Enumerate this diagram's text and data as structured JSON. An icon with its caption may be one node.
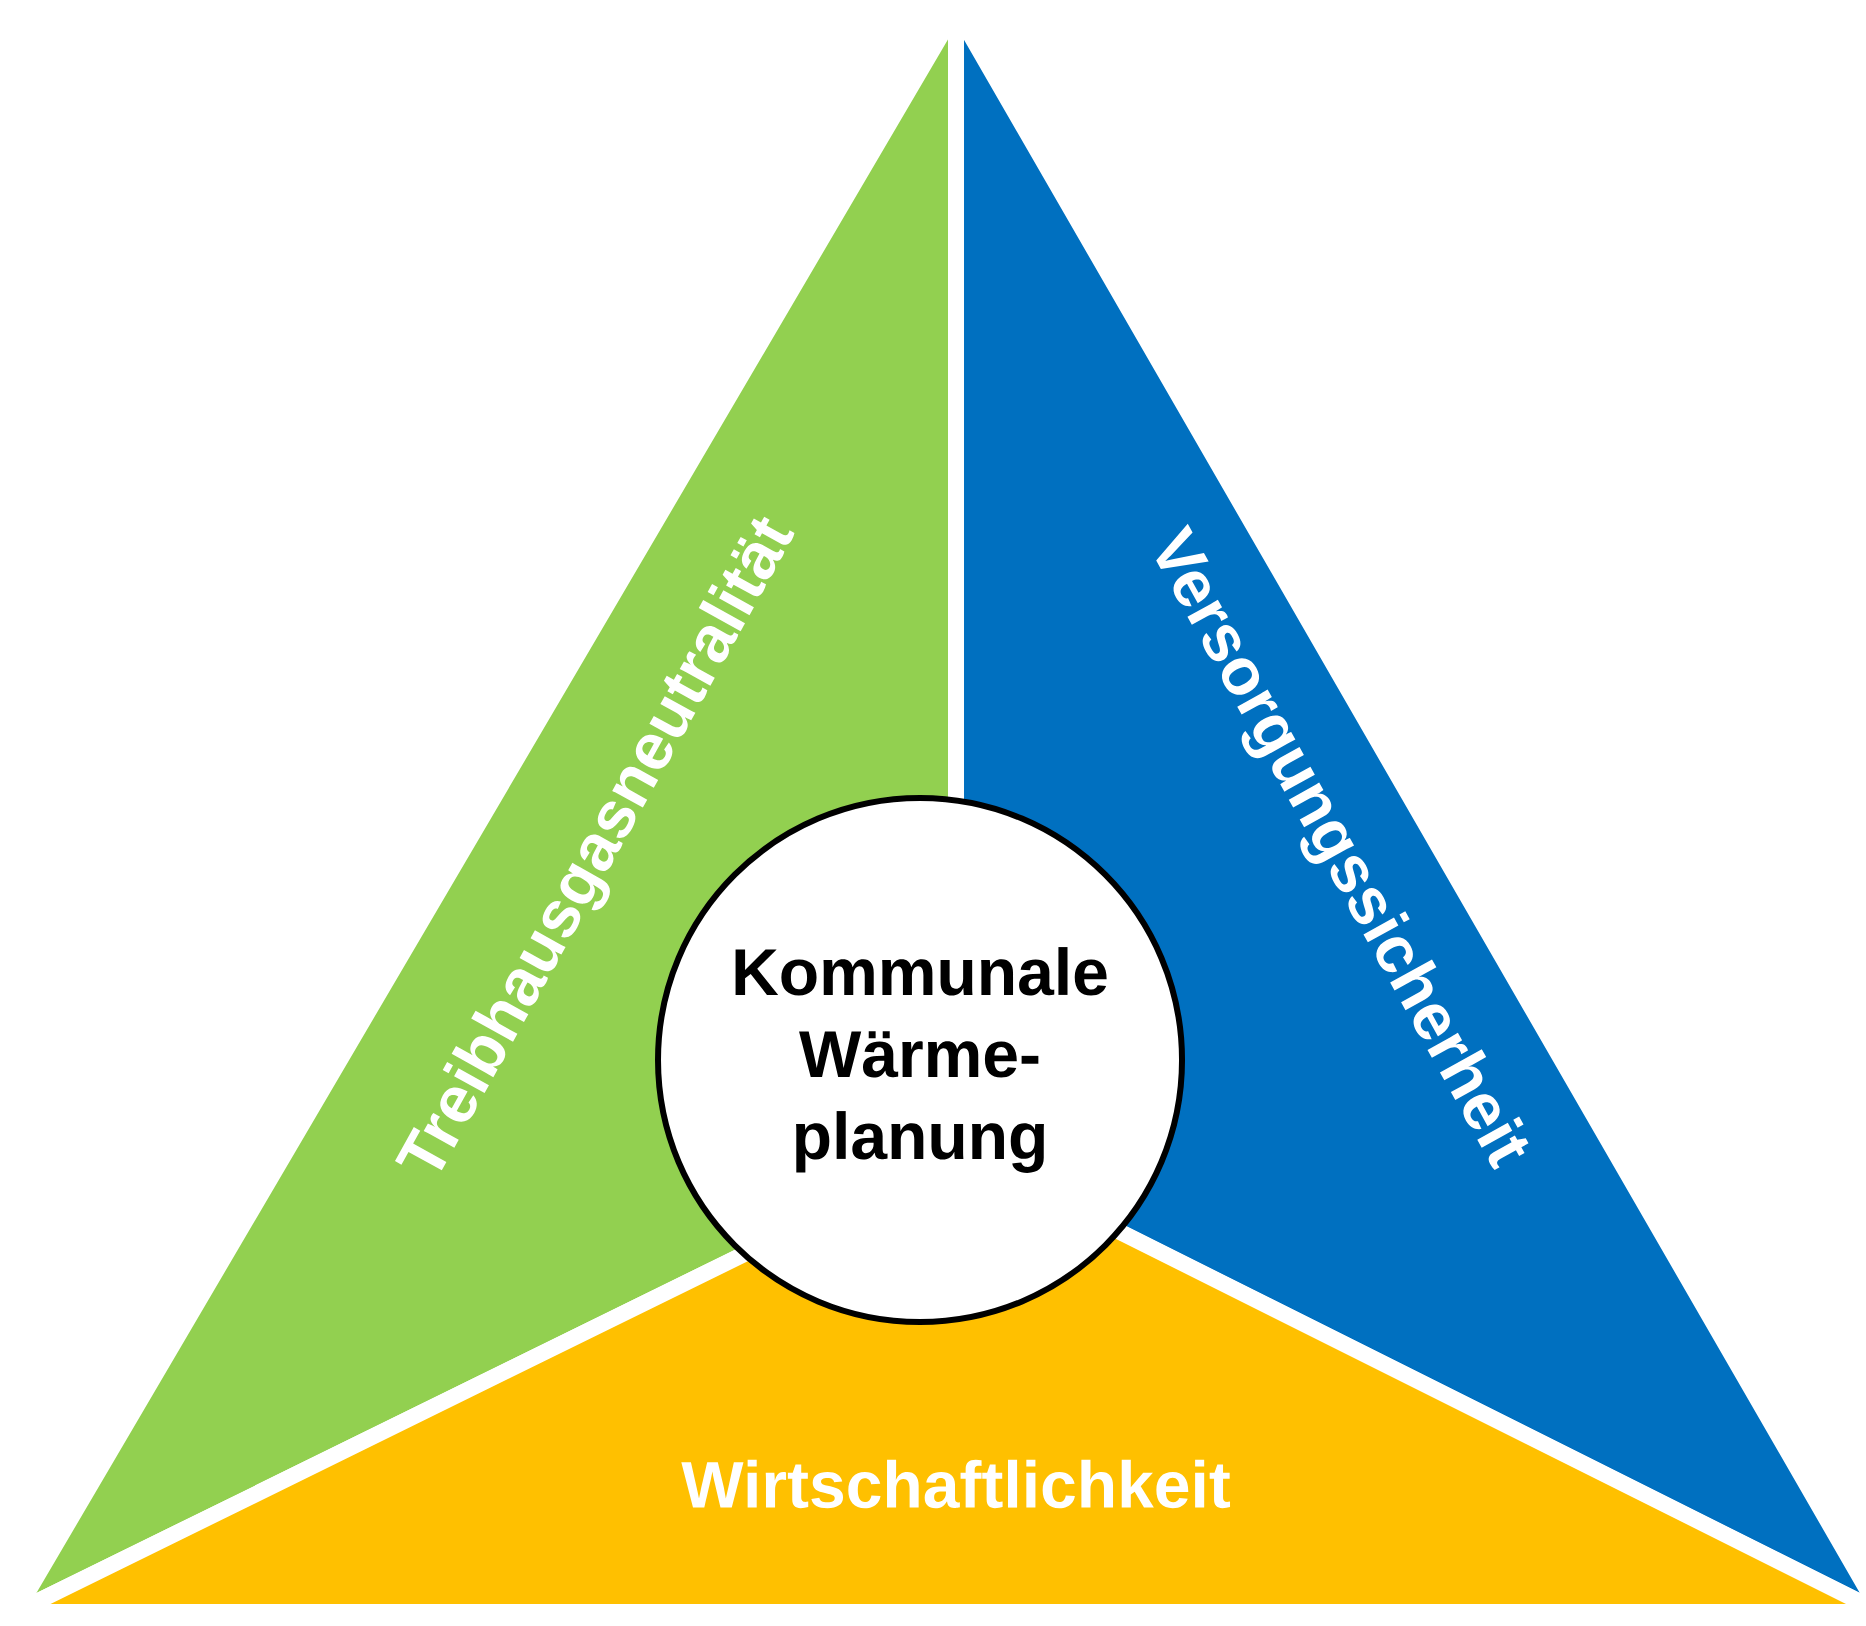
{
  "diagram": {
    "nodes": [
      {
        "text": [
          "Treibhausgasneutralität"
        ]
      },
      {
        "text": [
          "Versorgungssicherheit"
        ]
      },
      {
        "text": [
          "Wirtschaftlichkeit"
        ]
      },
      {
        "text": [
          "Kommunale Wärme- planung"
        ]
      }
    ]
  }
}
